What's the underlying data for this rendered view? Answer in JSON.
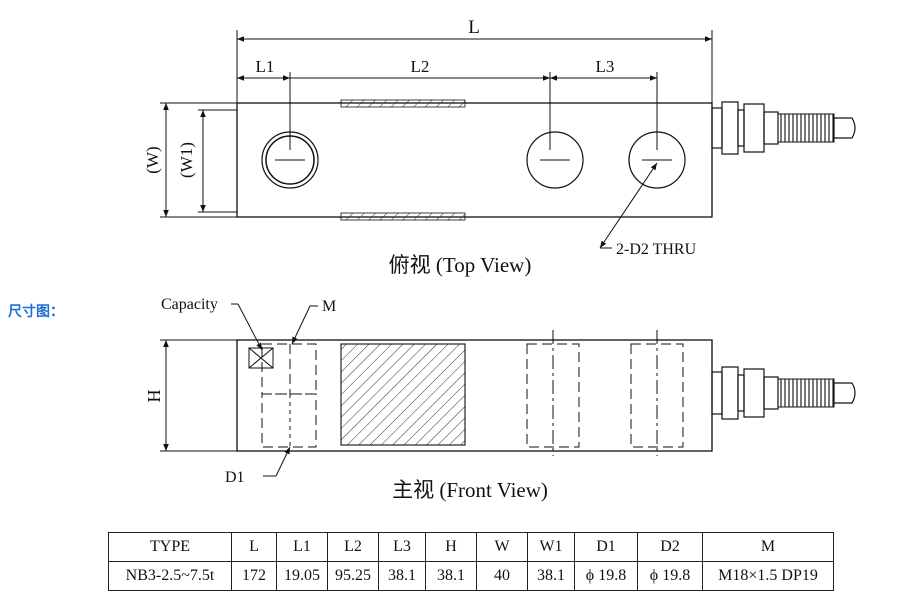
{
  "section_label": "尺寸图：",
  "top_view": {
    "caption": "俯视 (Top View)",
    "dims": {
      "L": "L",
      "L1": "L1",
      "L2": "L2",
      "L3": "L3",
      "W": "(W)",
      "W1": "(W1)"
    },
    "hole_note": "2-D2  THRU"
  },
  "front_view": {
    "caption": "主视 (Front View)",
    "dims": {
      "H": "H"
    },
    "capacity_label": "Capacity",
    "m_label": "M",
    "d1_label": "D1"
  },
  "spec_table": {
    "headers": [
      "TYPE",
      "L",
      "L1",
      "L2",
      "L3",
      "H",
      "W",
      "W1",
      "D1",
      "D2",
      "M"
    ],
    "rows": [
      [
        "NB3-2.5~7.5t",
        "172",
        "19.05",
        "95.25",
        "38.1",
        "38.1",
        "40",
        "38.1",
        "ϕ 19.8",
        "ϕ 19.8",
        "M18×1.5 DP19"
      ]
    ]
  }
}
